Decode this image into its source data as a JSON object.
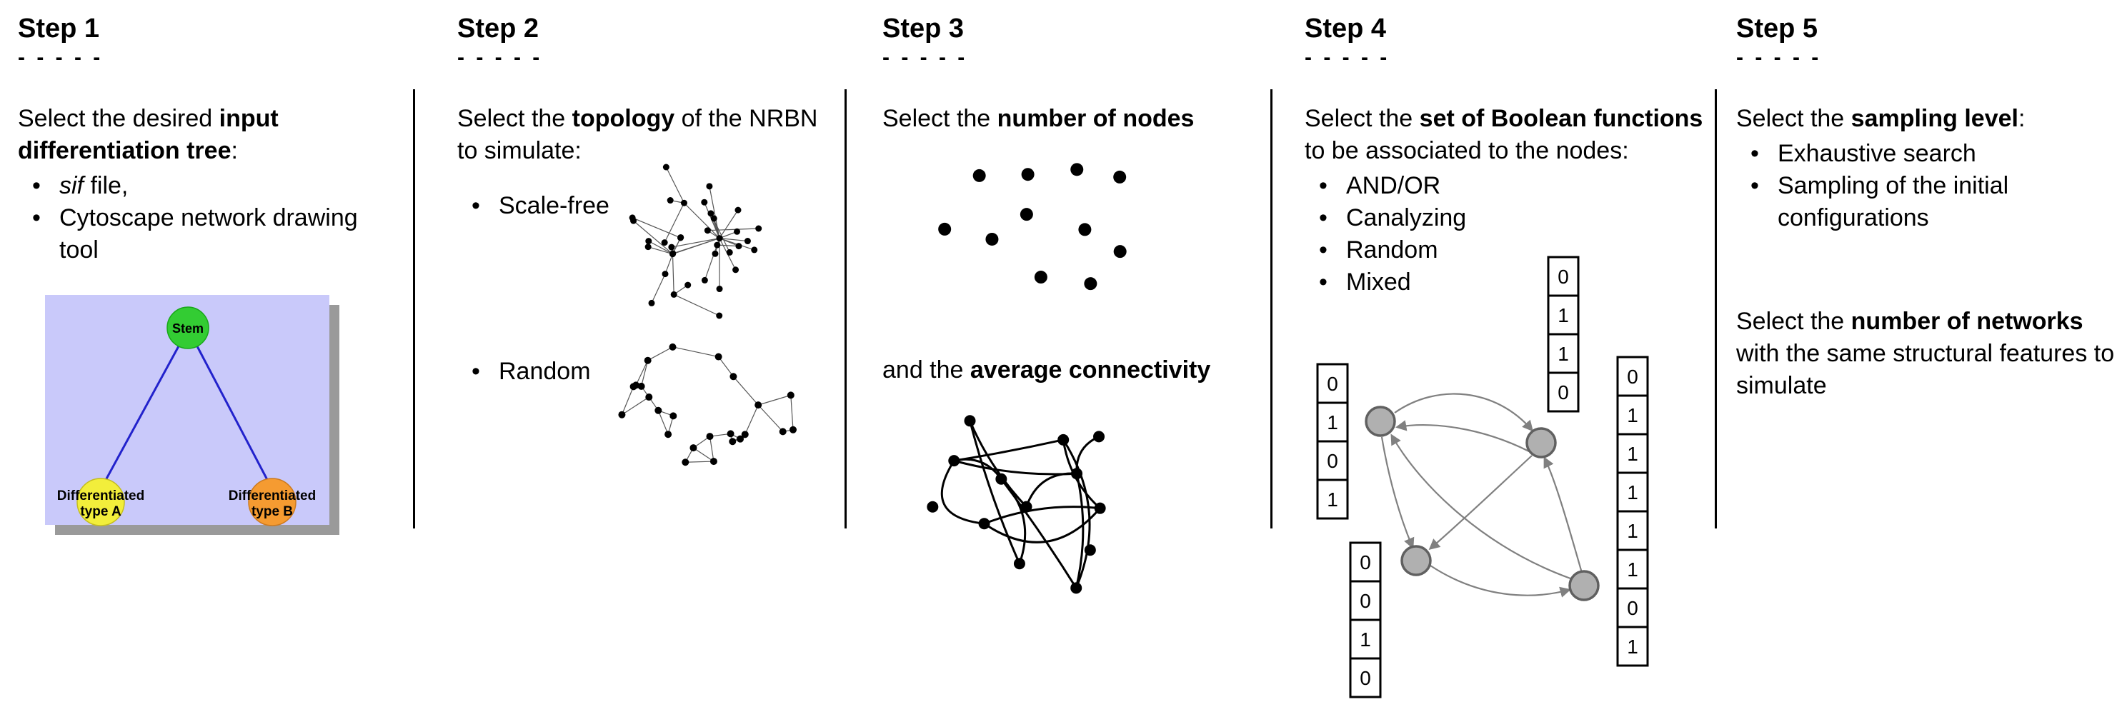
{
  "steps": [
    {
      "title": "Step 1",
      "dashes": "- - - - -",
      "intro": {
        "pre": "Select the desired ",
        "bold": "input differentiation tree",
        "post": ":"
      },
      "bullets": [
        {
          "italic": "sif",
          "rest": " file,"
        },
        {
          "text": "Cytoscape network drawing tool"
        }
      ],
      "figure": {
        "stem_label": "Stem",
        "type_a_line1": "Differentiated",
        "type_a_line2": "type A",
        "type_b_line1": "Differentiated",
        "type_b_line2": "type B",
        "colors": {
          "panel": "#c9c9fa",
          "shadow": "#9a9a9a",
          "stem": "#33cc33",
          "type_a": "#f2ee3b",
          "type_b": "#f59b31",
          "edge": "#2222cc"
        }
      }
    },
    {
      "title": "Step 2",
      "dashes": "- - - - -",
      "intro": {
        "pre": "Select the ",
        "bold": "topology",
        "post": " of the NRBN to simulate:"
      },
      "bullets": [
        {
          "text": "Scale-free"
        },
        {
          "text": "Random"
        }
      ]
    },
    {
      "title": "Step 3",
      "dashes": "- - - - -",
      "intro": {
        "pre": "Select the ",
        "bold": "number of nodes",
        "post": ""
      },
      "second": {
        "pre": "and the ",
        "bold": "average connectivity",
        "post": ""
      }
    },
    {
      "title": "Step 4",
      "dashes": "- - - - -",
      "intro": {
        "pre": "Select the ",
        "bold": "set of Boolean functions",
        "post": " to be associated to the nodes:"
      },
      "bullets": [
        {
          "text": "AND/OR"
        },
        {
          "text": "Canalyzing"
        },
        {
          "text": "Random"
        },
        {
          "text": "Mixed"
        }
      ],
      "tables": {
        "left": [
          "0",
          "1",
          "0",
          "1"
        ],
        "top": [
          "0",
          "1",
          "1",
          "0"
        ],
        "right": [
          "0",
          "1",
          "1",
          "1",
          "1",
          "1",
          "0",
          "1"
        ],
        "bottom": [
          "0",
          "0",
          "1",
          "0"
        ]
      }
    },
    {
      "title": "Step 5",
      "dashes": "- - - - -",
      "intro": {
        "pre": "Select the ",
        "bold": "sampling level",
        "post": ":"
      },
      "bullets": [
        {
          "text": "Exhaustive search"
        },
        {
          "text": "Sampling of the initial configurations"
        }
      ],
      "second": {
        "pre": "Select the ",
        "bold": "number of networks",
        "post": " with the same structural features to simulate"
      }
    }
  ]
}
